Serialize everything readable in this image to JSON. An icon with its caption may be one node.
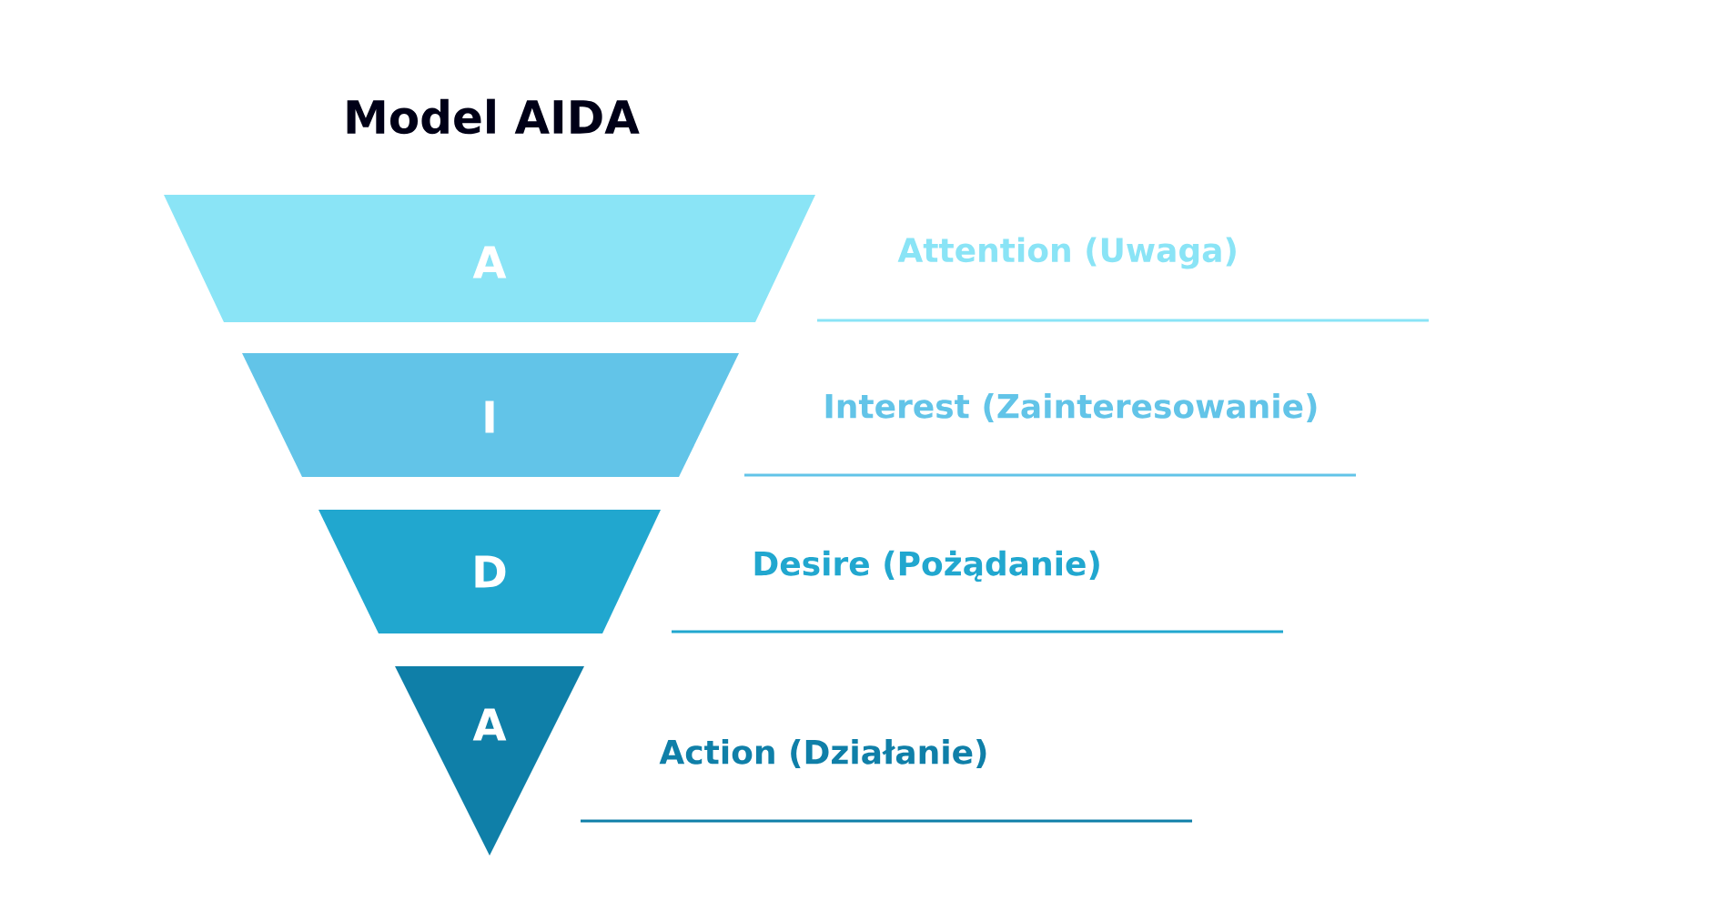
{
  "diagram": {
    "title": "Model AIDA",
    "nodes": [
      {
        "text": [
          "A"
        ],
        "beside": [
          "Attention (Uwaga)"
        ]
      },
      {
        "text": [
          "I"
        ],
        "beside": [
          "Interest (Zainteresowanie)"
        ]
      },
      {
        "text": [
          "D"
        ],
        "beside": [
          "Desire (Pożądanie)"
        ]
      },
      {
        "text": [
          "A"
        ],
        "beside": [
          "Action (Działanie)"
        ]
      }
    ]
  }
}
